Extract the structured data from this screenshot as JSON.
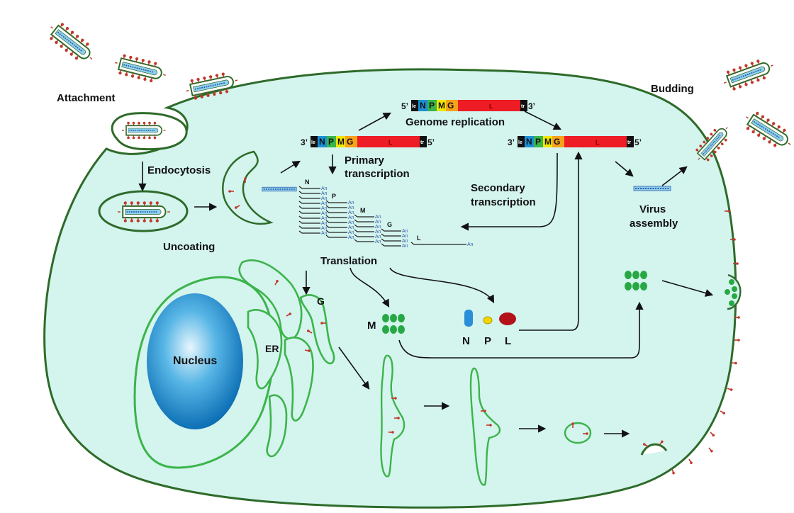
{
  "labels": {
    "attachment": "Attachment",
    "budding": "Budding",
    "endocytosis": "Endocytosis",
    "uncoating": "Uncoating",
    "genome_replication": "Genome replication",
    "primary_transcription_1": "Primary",
    "primary_transcription_2": "transcription",
    "secondary_transcription_1": "Secondary",
    "secondary_transcription_2": "transcription",
    "virus_assembly_1": "Virus",
    "virus_assembly_2": "assembly",
    "translation": "Translation",
    "nucleus": "Nucleus",
    "er": "ER",
    "g_golgi": "G",
    "m_protein": "M",
    "n_protein": "N",
    "p_protein": "P",
    "l_protein": "L"
  },
  "genome": {
    "prime3": "3’",
    "prime5": "5’",
    "le": "le",
    "tr": "tr",
    "segments": [
      "N",
      "P",
      "M",
      "G",
      "L"
    ]
  },
  "transcripts": {
    "genes": [
      "N",
      "P",
      "M",
      "G",
      "L"
    ],
    "polyA": "An"
  },
  "colors": {
    "cytoplasm": "#d4f4ee",
    "membrane": "#2e6b2a",
    "er_green": "#3cb44b",
    "nucleus": "#1b8fcf",
    "seg_N": "#1c8fd6",
    "seg_P": "#39b54a",
    "seg_M": "#f2e600",
    "seg_G": "#f7a21b",
    "seg_L": "#ee1c24",
    "seg_end": "#111111",
    "glycoprotein": "#c0392b",
    "n_protein": "#2a8fd8",
    "p_protein": "#f1d600",
    "l_protein": "#b3121a"
  }
}
